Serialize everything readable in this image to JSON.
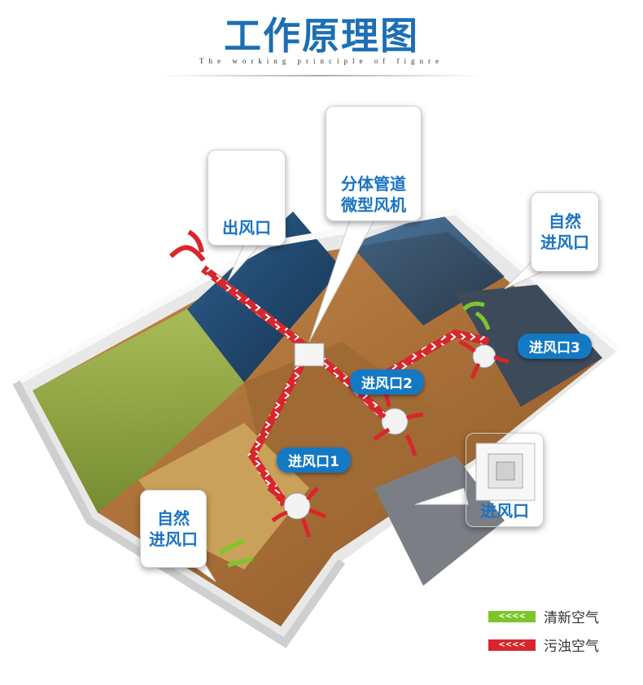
{
  "header": {
    "title": "工作原理图",
    "subtitle": "The working principle of figure"
  },
  "callouts": {
    "outlet": "出风口",
    "fan": "分体管道\n微型风机",
    "natural_right": "自然\n进风口",
    "natural_left": "自然\n进风口",
    "inlet_panel": "进风口"
  },
  "pills": {
    "inlet1": "进风口1",
    "inlet2": "进风口2",
    "inlet3": "进风口3"
  },
  "legend": {
    "fresh_label": "清新空气",
    "dirty_label": "污浊空气",
    "fresh_color": "#7cc62a",
    "dirty_color": "#d8262c",
    "arrows": "<<<<"
  },
  "colors": {
    "accent": "#1479c3",
    "title": "#1b6fb5"
  }
}
